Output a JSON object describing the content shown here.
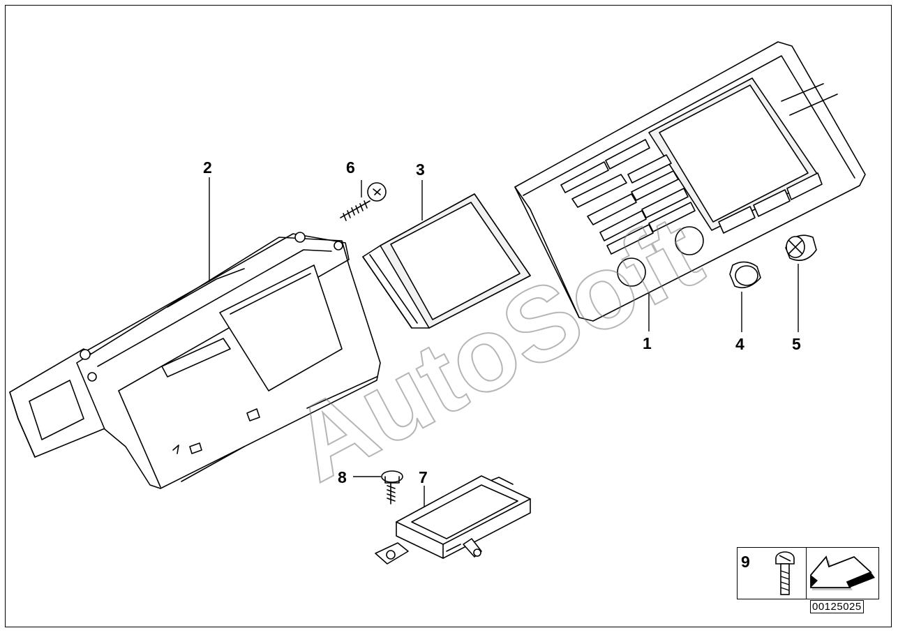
{
  "diagram": {
    "watermark": "AutoSoft",
    "callouts": [
      {
        "id": "callout-1",
        "text": "1"
      },
      {
        "id": "callout-2",
        "text": "2"
      },
      {
        "id": "callout-3",
        "text": "3"
      },
      {
        "id": "callout-4",
        "text": "4"
      },
      {
        "id": "callout-5",
        "text": "5"
      },
      {
        "id": "callout-6",
        "text": "6"
      },
      {
        "id": "callout-7",
        "text": "7"
      },
      {
        "id": "callout-8",
        "text": "8"
      }
    ],
    "legend": {
      "number": "9"
    },
    "document_number": "00125025"
  }
}
